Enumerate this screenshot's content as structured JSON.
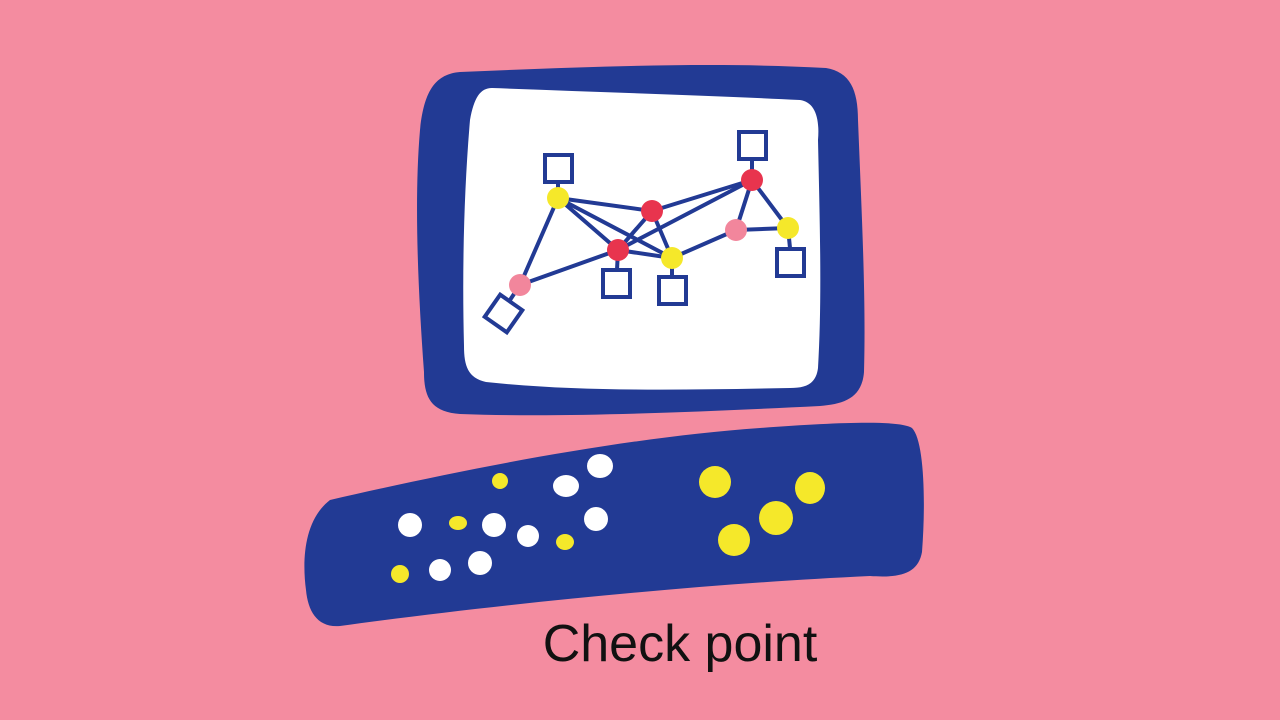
{
  "slide": {
    "caption": "Check point"
  },
  "colors": {
    "background": "#f48ca0",
    "device": "#223a94",
    "screen": "#ffffff",
    "node_red": "#e8344e",
    "node_yellow": "#f5e82a",
    "node_pink": "#f2869c",
    "key_white": "#ffffff",
    "key_yellow": "#f5e82a"
  },
  "illustration": {
    "subject": "computer-monitor-with-network-diagram",
    "keyboard": "keyboard-with-dot-keys"
  }
}
